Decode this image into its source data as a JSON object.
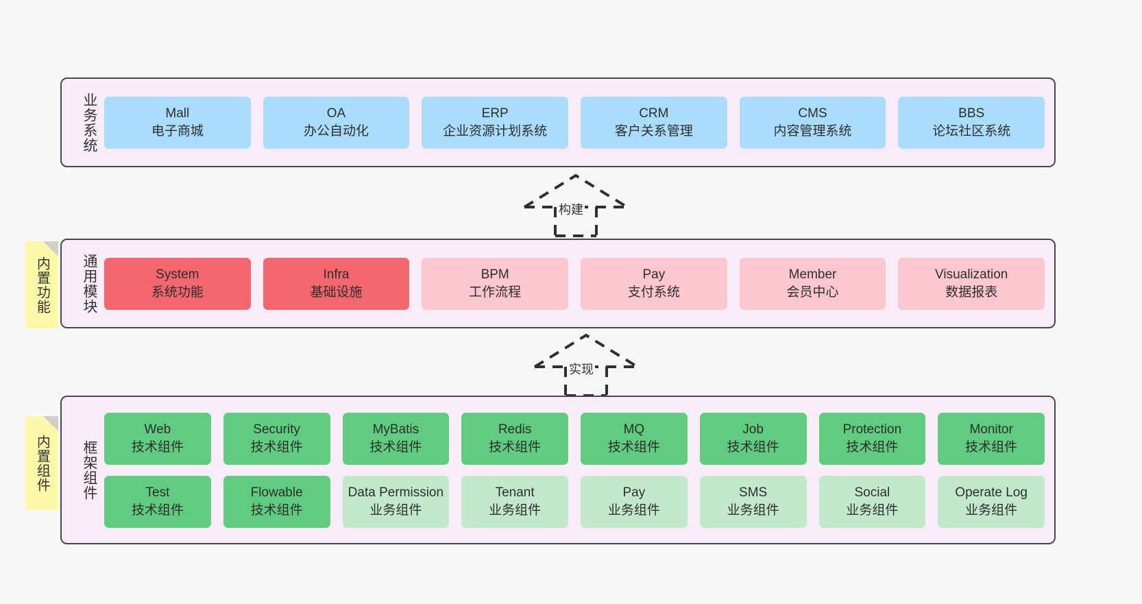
{
  "diagram": {
    "title": "ruoyi-vue-pro architecture layers",
    "background": "#f7f7f7",
    "panel_bg": "#f8ecf6",
    "panel_border": "#4a4452"
  },
  "notes": [
    {
      "name": "builtin-functions",
      "label": "内置功能",
      "color": "#fbf8a8"
    },
    {
      "name": "builtin-components",
      "label": "内置组件",
      "color": "#fbf8a8"
    }
  ],
  "arrows": [
    {
      "name": "build-arrow",
      "label": "构建",
      "style": "dashed-hollow-triangle",
      "direction": "up"
    },
    {
      "name": "implement-arrow",
      "label": "实现",
      "style": "dashed-hollow-triangle",
      "direction": "up"
    }
  ],
  "layers": [
    {
      "id": "business",
      "title": "业务系统",
      "rows": [
        [
          {
            "t1": "Mall",
            "t2": "电子商城",
            "color": "#aadcfb"
          },
          {
            "t1": "OA",
            "t2": "办公自动化",
            "color": "#aadcfb"
          },
          {
            "t1": "ERP",
            "t2": "企业资源计划系统",
            "color": "#aadcfb"
          },
          {
            "t1": "CRM",
            "t2": "客户关系管理",
            "color": "#aadcfb"
          },
          {
            "t1": "CMS",
            "t2": "内容管理系统",
            "color": "#aadcfb"
          },
          {
            "t1": "BBS",
            "t2": "论坛社区系统",
            "color": "#aadcfb"
          }
        ]
      ]
    },
    {
      "id": "modules",
      "title": "通用模块",
      "rows": [
        [
          {
            "t1": "System",
            "t2": "系统功能",
            "color": "#f4676f"
          },
          {
            "t1": "Infra",
            "t2": "基础设施",
            "color": "#f4676f"
          },
          {
            "t1": "BPM",
            "t2": "工作流程",
            "color": "#fcc6ce"
          },
          {
            "t1": "Pay",
            "t2": "支付系统",
            "color": "#fcc6ce"
          },
          {
            "t1": "Member",
            "t2": "会员中心",
            "color": "#fcc6ce"
          },
          {
            "t1": "Visualization",
            "t2": "数据报表",
            "color": "#fcc6ce"
          }
        ]
      ]
    },
    {
      "id": "framework",
      "title": "框架组件",
      "rows": [
        [
          {
            "t1": "Web",
            "t2": "技术组件",
            "color": "#5fcc7f"
          },
          {
            "t1": "Security",
            "t2": "技术组件",
            "color": "#5fcc7f"
          },
          {
            "t1": "MyBatis",
            "t2": "技术组件",
            "color": "#5fcc7f"
          },
          {
            "t1": "Redis",
            "t2": "技术组件",
            "color": "#5fcc7f"
          },
          {
            "t1": "MQ",
            "t2": "技术组件",
            "color": "#5fcc7f"
          },
          {
            "t1": "Job",
            "t2": "技术组件",
            "color": "#5fcc7f"
          },
          {
            "t1": "Protection",
            "t2": "技术组件",
            "color": "#5fcc7f"
          },
          {
            "t1": "Monitor",
            "t2": "技术组件",
            "color": "#5fcc7f"
          }
        ],
        [
          {
            "t1": "Test",
            "t2": "技术组件",
            "color": "#5fcc7f"
          },
          {
            "t1": "Flowable",
            "t2": "技术组件",
            "color": "#5fcc7f"
          },
          {
            "t1": "Data Permission",
            "t2": "业务组件",
            "color": "#c3e9cc"
          },
          {
            "t1": "Tenant",
            "t2": "业务组件",
            "color": "#c3e9cc"
          },
          {
            "t1": "Pay",
            "t2": "业务组件",
            "color": "#c3e9cc"
          },
          {
            "t1": "SMS",
            "t2": "业务组件",
            "color": "#c3e9cc"
          },
          {
            "t1": "Social",
            "t2": "业务组件",
            "color": "#c3e9cc"
          },
          {
            "t1": "Operate Log",
            "t2": "业务组件",
            "color": "#c3e9cc"
          }
        ]
      ]
    }
  ]
}
